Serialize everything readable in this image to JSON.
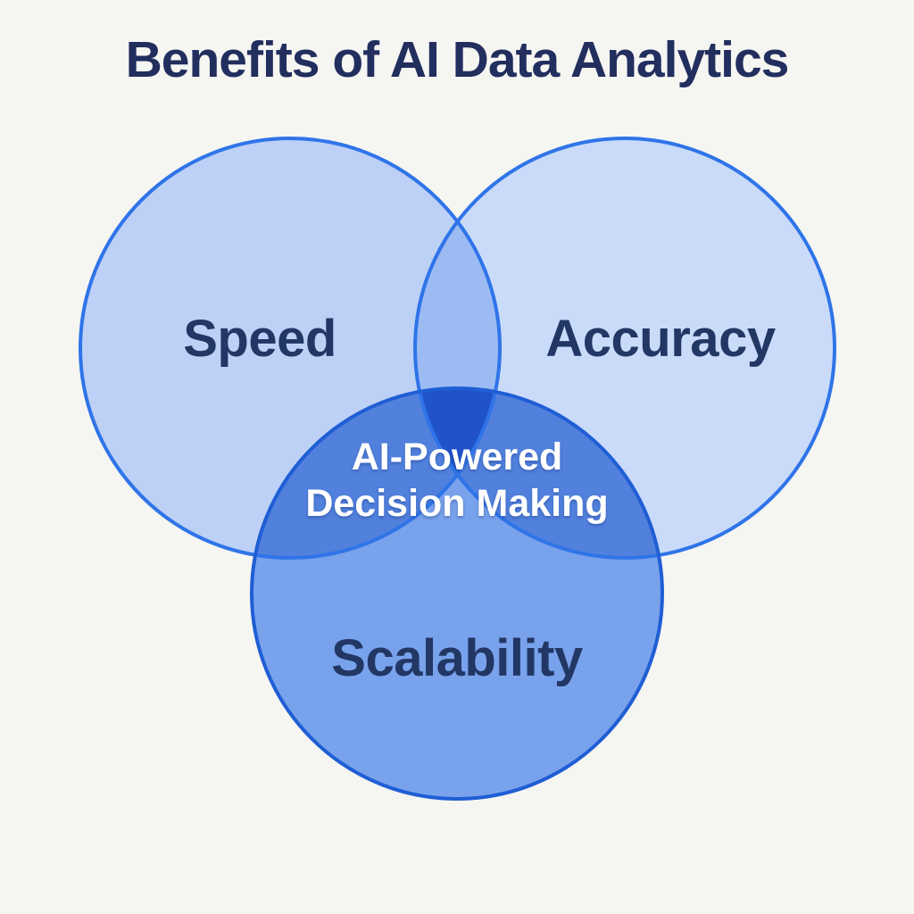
{
  "title": "Benefits of AI Data Analytics",
  "venn": {
    "type": "venn-3",
    "sets": [
      {
        "id": "speed",
        "label": "Speed"
      },
      {
        "id": "accuracy",
        "label": "Accuracy"
      },
      {
        "id": "scalability",
        "label": "Scalability"
      }
    ],
    "center_label": {
      "line1": "AI-Powered",
      "line2": "Decision Making"
    }
  },
  "colors": {
    "background": "#f5f5f2",
    "title_text": "#222e5e",
    "set_label_text": "#223764",
    "center_label_text": "#ffffff",
    "speed_fill": "#bdd0f6",
    "accuracy_fill": "#c9dbf9",
    "scalability_fill": "#78a2ec",
    "speed_accuracy_overlap": "#9cbbf2",
    "speed_scalability_overlap": "#5181dd",
    "accuracy_scalability_overlap": "#5181dd",
    "triple_overlap": "#2053c9",
    "top_circle_stroke": "#2f74e8",
    "bottom_circle_stroke": "#1f5ed4"
  }
}
